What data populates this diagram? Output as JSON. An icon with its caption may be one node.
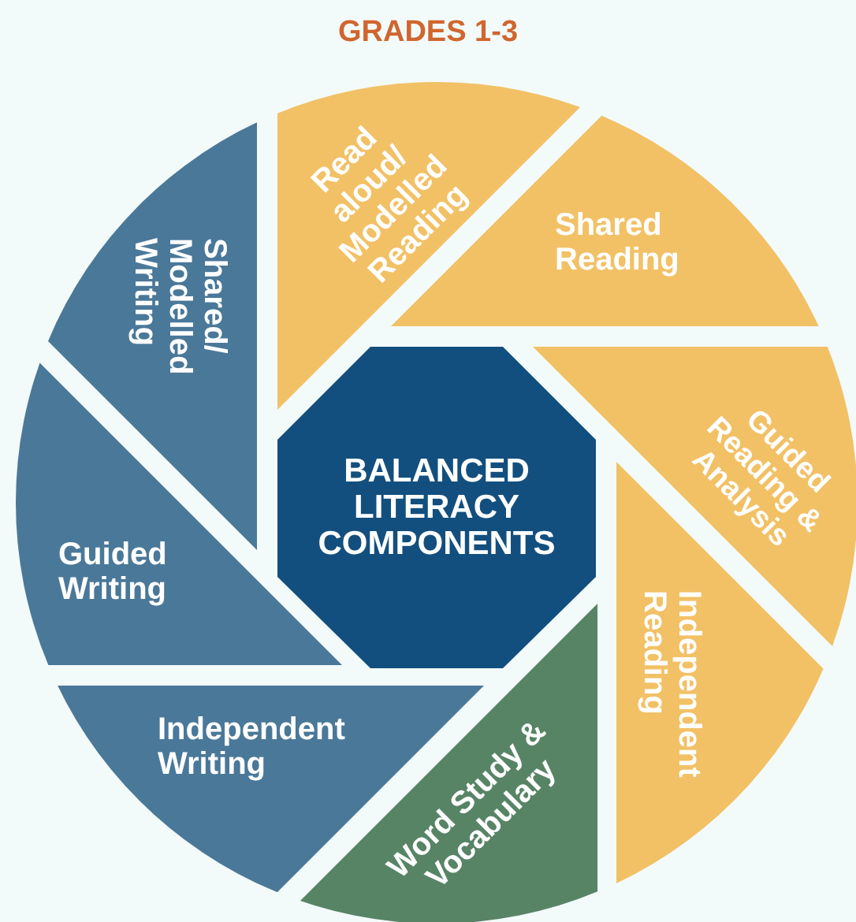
{
  "diagram": {
    "title": "GRADES 1-3",
    "nodes": [
      {
        "text": [
          "Read aloud/ Modelled Reading"
        ]
      },
      {
        "text": [
          "Shared Reading"
        ]
      },
      {
        "text": [
          "Shared/ Modelled Writing"
        ]
      },
      {
        "text": [
          "BALANCED LITERACY COMPONENTS"
        ]
      },
      {
        "text": [
          "Guided Reading & Analysis"
        ]
      },
      {
        "text": [
          "Guided Writing"
        ]
      },
      {
        "text": [
          "Independent Reading"
        ]
      },
      {
        "text": [
          "Independent Writing"
        ]
      },
      {
        "text": [
          "Word Study & Vocabulary"
        ]
      }
    ]
  }
}
